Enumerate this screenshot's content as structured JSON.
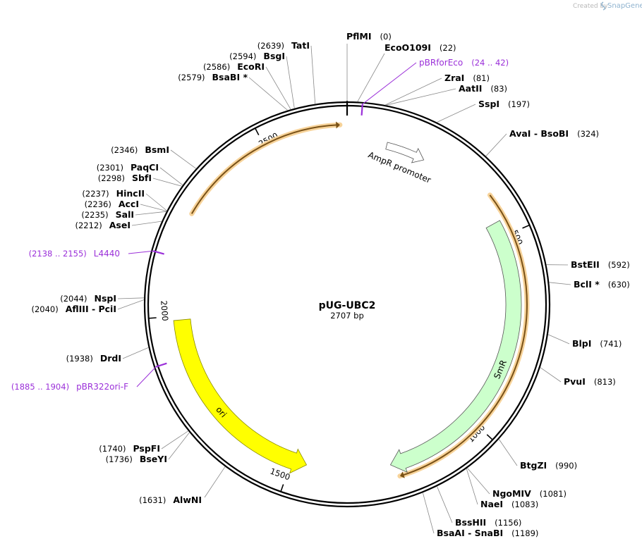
{
  "plasmid": {
    "name": "pUG-UBC2",
    "length_label": "2707 bp",
    "length": 2707
  },
  "credit": {
    "prefix": "Created by",
    "brand": "SnapGene"
  },
  "ticks": [
    {
      "pos": 500,
      "label": "500"
    },
    {
      "pos": 1000,
      "label": "1000"
    },
    {
      "pos": 1500,
      "label": "1500"
    },
    {
      "pos": 2000,
      "label": "2000"
    },
    {
      "pos": 2500,
      "label": "2500"
    }
  ],
  "features": [
    {
      "name": "AmpR promoter",
      "start": 105,
      "end": 210,
      "dir": 1,
      "type": "promoter",
      "color": "#ffffff"
    },
    {
      "name": "SmR",
      "start": 460,
      "end": 1240,
      "dir": 1,
      "type": "cds",
      "color": "#ccffcc"
    },
    {
      "name": "ori",
      "start": 1460,
      "end": 1990,
      "dir": -1,
      "type": "ori",
      "color": "#ffff00"
    }
  ],
  "orfs": [
    {
      "start": 395,
      "end": 1225,
      "dir": 1
    },
    {
      "start": 2258,
      "end": 2690,
      "dir": 1
    }
  ],
  "enzymes": [
    {
      "name": "PflMI",
      "pos_label": "(0)",
      "site": 0
    },
    {
      "name": "EcoO109I",
      "pos_label": "(22)",
      "site": 22
    },
    {
      "name": "ZraI",
      "pos_label": "(81)",
      "site": 81
    },
    {
      "name": "AatII",
      "pos_label": "(83)",
      "site": 83
    },
    {
      "name": "SspI",
      "pos_label": "(197)",
      "site": 197
    },
    {
      "name": "AvaI - BsoBI",
      "pos_label": "(324)",
      "site": 324
    },
    {
      "name": "BstEII",
      "pos_label": "(592)",
      "site": 592
    },
    {
      "name": "BclI *",
      "pos_label": "(630)",
      "site": 630
    },
    {
      "name": "BlpI",
      "pos_label": "(741)",
      "site": 741
    },
    {
      "name": "PvuI",
      "pos_label": "(813)",
      "site": 813
    },
    {
      "name": "BtgZI",
      "pos_label": "(990)",
      "site": 990
    },
    {
      "name": "NgoMIV",
      "pos_label": "(1081)",
      "site": 1081
    },
    {
      "name": "NaeI",
      "pos_label": "(1083)",
      "site": 1083
    },
    {
      "name": "BssHII",
      "pos_label": "(1156)",
      "site": 1156
    },
    {
      "name": "BsaAI - SnaBI",
      "pos_label": "(1189)",
      "site": 1189
    },
    {
      "name": "AlwNI",
      "pos_label": "(1631)",
      "site": 1631
    },
    {
      "name": "BseYI",
      "pos_label": "(1736)",
      "site": 1736
    },
    {
      "name": "PspFI",
      "pos_label": "(1740)",
      "site": 1740
    },
    {
      "name": "DrdI",
      "pos_label": "(1938)",
      "site": 1938
    },
    {
      "name": "AflIII - PciI",
      "pos_label": "(2040)",
      "site": 2040
    },
    {
      "name": "NspI",
      "pos_label": "(2044)",
      "site": 2044
    },
    {
      "name": "AseI",
      "pos_label": "(2212)",
      "site": 2212
    },
    {
      "name": "SalI",
      "pos_label": "(2235)",
      "site": 2235
    },
    {
      "name": "AccI",
      "pos_label": "(2236)",
      "site": 2236
    },
    {
      "name": "HincII",
      "pos_label": "(2237)",
      "site": 2237
    },
    {
      "name": "SbfI",
      "pos_label": "(2298)",
      "site": 2298
    },
    {
      "name": "PaqCI",
      "pos_label": "(2301)",
      "site": 2301
    },
    {
      "name": "BsmI",
      "pos_label": "(2346)",
      "site": 2346
    },
    {
      "name": "BsaBI *",
      "pos_label": "(2579)",
      "site": 2579
    },
    {
      "name": "EcoRI",
      "pos_label": "(2586)",
      "site": 2586
    },
    {
      "name": "BsgI",
      "pos_label": "(2594)",
      "site": 2594
    },
    {
      "name": "TatI",
      "pos_label": "(2639)",
      "site": 2639
    }
  ],
  "primers": [
    {
      "name": "pBRforEco",
      "pos_label": "(24 .. 42)",
      "site": 33
    },
    {
      "name": "L4440",
      "pos_label": "(2138 .. 2155)",
      "site": 2146
    },
    {
      "name": "pBR322ori-F",
      "pos_label": "(1885 .. 1904)",
      "site": 1894
    }
  ]
}
